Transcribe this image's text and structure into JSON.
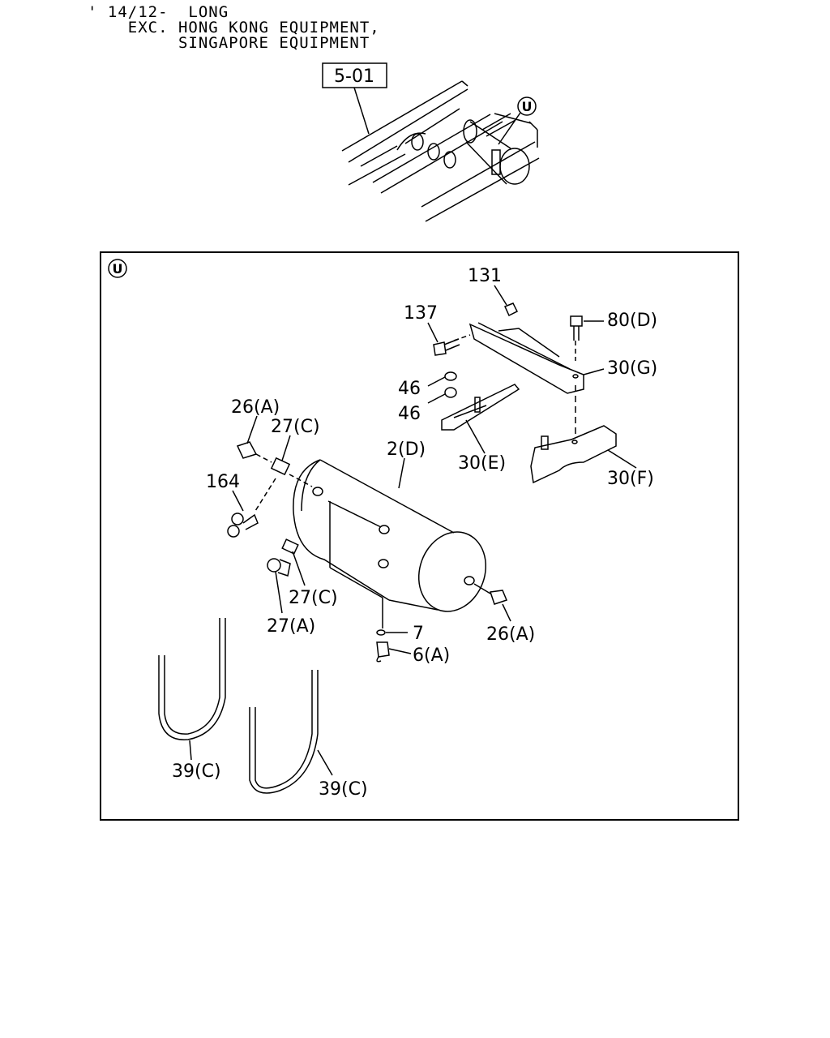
{
  "header": {
    "line1": "' 14/12-  LONG",
    "line2": "    EXC. HONG KONG EQUIPMENT,",
    "line3": "         SINGAPORE EQUIPMENT"
  },
  "reference_box": "5-01",
  "detail_marker": "U",
  "callouts": {
    "c131": "131",
    "c137": "137",
    "c80d": "80(D)",
    "c30g": "30(G)",
    "c46a": "46",
    "c46b": "46",
    "c30e": "30(E)",
    "c30f": "30(F)",
    "c26a_top": "26(A)",
    "c27c_top": "27(C)",
    "c2d": "2(D)",
    "c164": "164",
    "c27c_mid": "27(C)",
    "c27a": "27(A)",
    "c7": "7",
    "c6a": "6(A)",
    "c26a_right": "26(A)",
    "c39c_left": "39(C)",
    "c39c_right": "39(C)"
  }
}
